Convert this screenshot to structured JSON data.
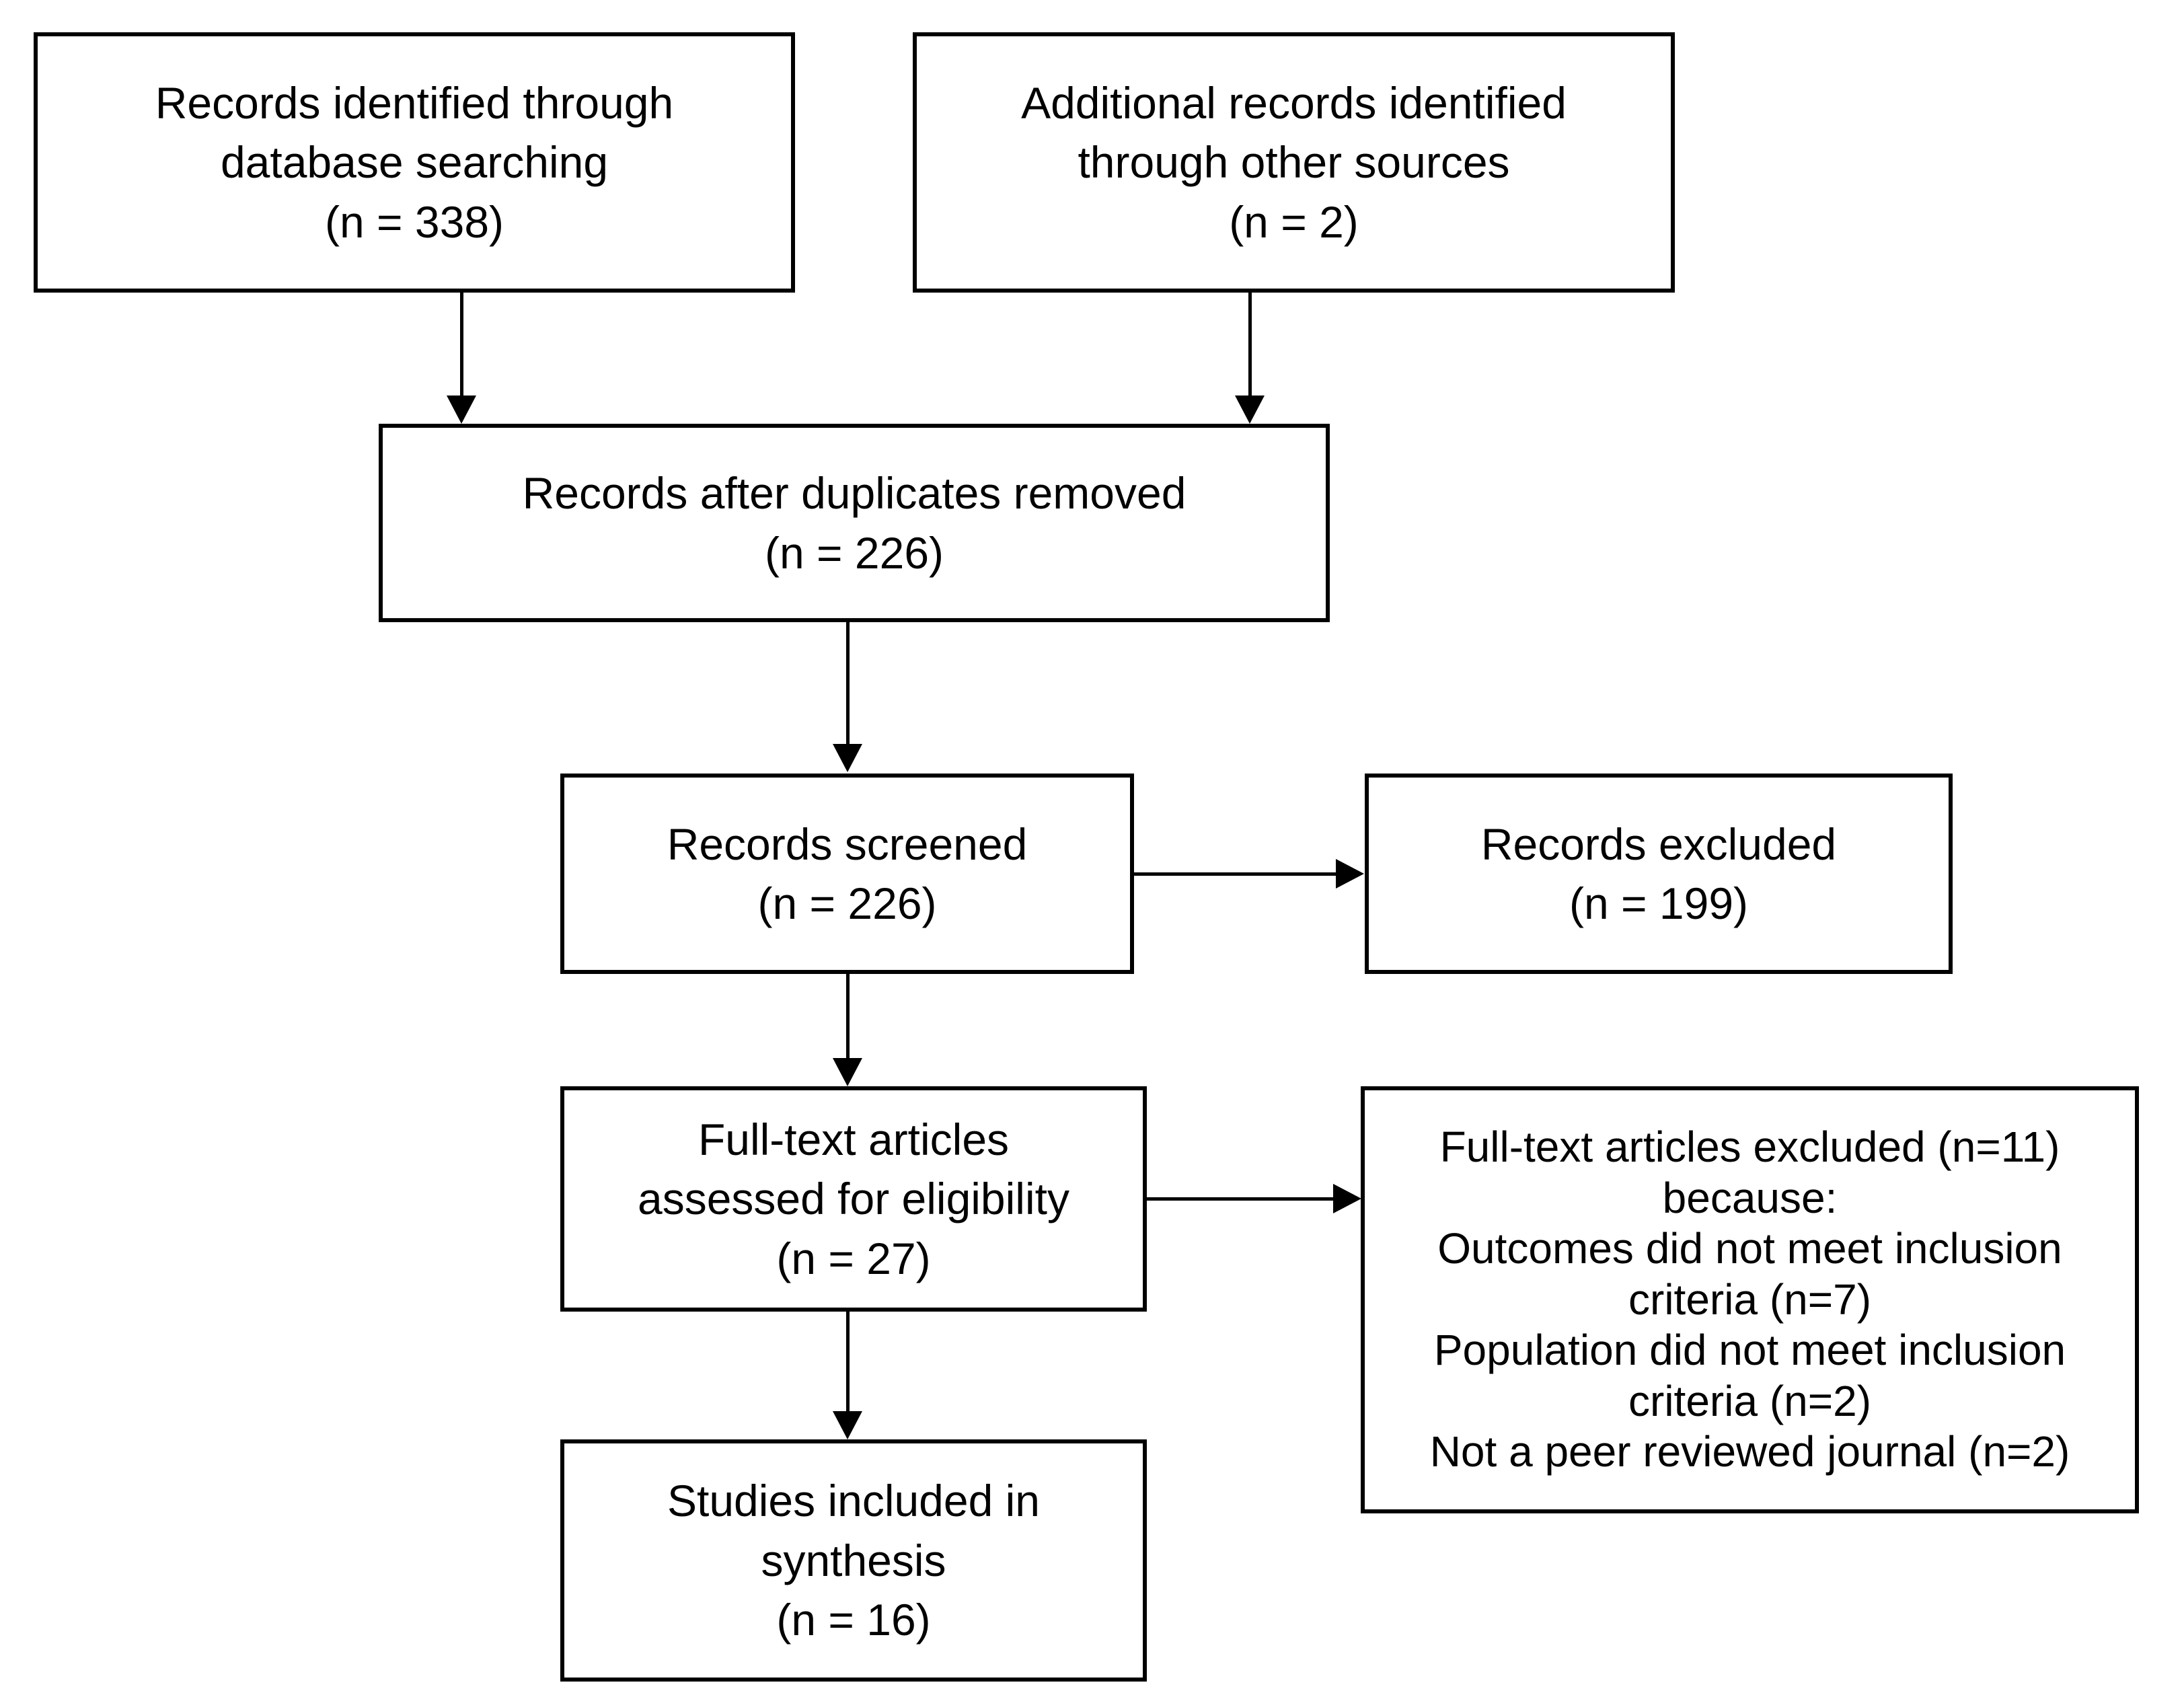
{
  "diagram": {
    "type": "prisma-flow-diagram",
    "boxes": [
      {
        "id": "records-identified-database",
        "lines": [
          "Records identified through",
          "database searching",
          "(n = 338)"
        ],
        "n": 338
      },
      {
        "id": "additional-records-other-sources",
        "lines": [
          "Additional records identified",
          "through other sources",
          "(n = 2)"
        ],
        "n": 2
      },
      {
        "id": "records-after-duplicates-removed",
        "lines": [
          "Records after duplicates removed",
          "(n = 226)"
        ],
        "n": 226
      },
      {
        "id": "records-screened",
        "lines": [
          "Records screened",
          "(n = 226)"
        ],
        "n": 226
      },
      {
        "id": "records-excluded",
        "lines": [
          "Records excluded",
          "(n = 199)"
        ],
        "n": 199
      },
      {
        "id": "full-text-assessed",
        "lines": [
          "Full-text articles",
          "assessed for eligibility",
          "(n = 27)"
        ],
        "n": 27
      },
      {
        "id": "full-text-excluded",
        "lines": [
          "Full-text articles excluded (n=11)",
          "because:",
          "Outcomes did not meet inclusion",
          "criteria (n=7)",
          "Population did not meet inclusion",
          "criteria (n=2)",
          "Not a peer reviewed journal (n=2)"
        ],
        "n": 11
      },
      {
        "id": "studies-included-synthesis",
        "lines": [
          "Studies included in",
          "synthesis",
          "(n = 16)"
        ],
        "n": 16
      }
    ],
    "colors": {
      "stroke": "#000000",
      "fill": "#ffffff",
      "text": "#000000"
    }
  },
  "box1": {
    "l1": "Records identified through",
    "l2": "database searching",
    "l3": "(n = 338)"
  },
  "box2": {
    "l1": "Additional records identified",
    "l2": "through other sources",
    "l3": "(n = 2)"
  },
  "box3": {
    "l1": "Records after duplicates removed",
    "l2": "(n = 226)"
  },
  "box4": {
    "l1": "Records screened",
    "l2": "(n = 226)"
  },
  "box5": {
    "l1": "Records excluded",
    "l2": "(n = 199)"
  },
  "box6": {
    "l1": "Full-text articles",
    "l2": "assessed for eligibility",
    "l3": "(n = 27)"
  },
  "box7": {
    "l1": "Full-text articles excluded (n=11)",
    "l2": "because:",
    "l3": "Outcomes did not meet inclusion",
    "l4": "criteria (n=7)",
    "l5": "Population did not meet inclusion",
    "l6": "criteria (n=2)",
    "l7": "Not a peer reviewed journal (n=2)"
  },
  "box8": {
    "l1": "Studies included in",
    "l2": "synthesis",
    "l3": "(n = 16)"
  }
}
